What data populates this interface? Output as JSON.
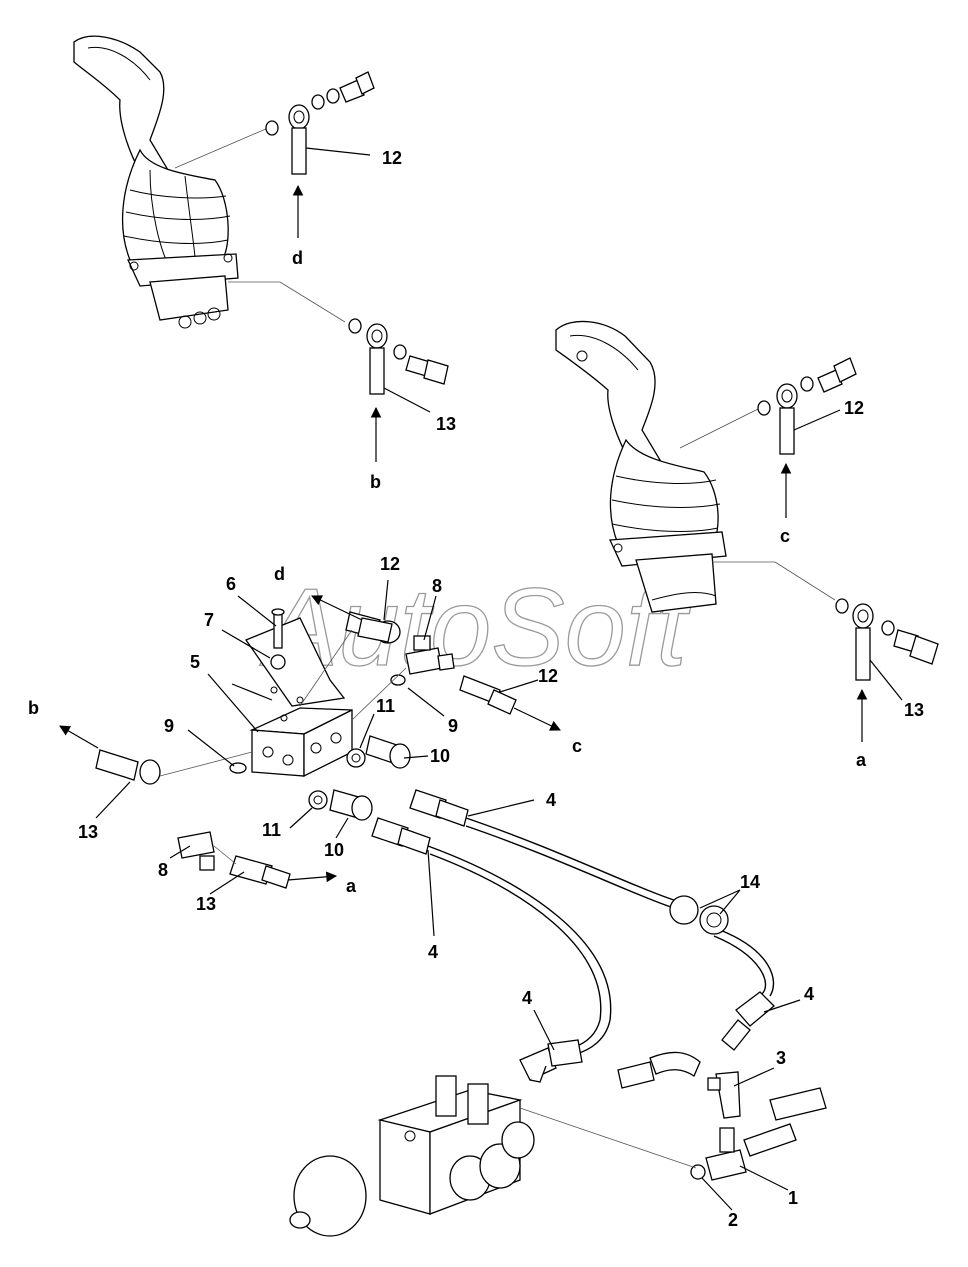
{
  "watermark": "AutoSoft",
  "callouts": {
    "c1": "1",
    "c2": "2",
    "c3": "3",
    "c4a": "4",
    "c4b": "4",
    "c4c": "4",
    "c4d": "4",
    "c5": "5",
    "c6": "6",
    "c7": "7",
    "c8a": "8",
    "c8b": "8",
    "c9a": "9",
    "c9b": "9",
    "c10a": "10",
    "c10b": "10",
    "c11a": "11",
    "c11b": "11",
    "c12a": "12",
    "c12b": "12",
    "c12c": "12",
    "c12d": "12",
    "c13a": "13",
    "c13b": "13",
    "c13c": "13",
    "c13d": "13",
    "c14": "14"
  },
  "port_letters": {
    "d_top": "d",
    "b_top": "b",
    "c_right": "c",
    "a_right": "a",
    "d_mid": "d",
    "b_left": "b",
    "c_mid": "c",
    "a_mid": "a"
  }
}
